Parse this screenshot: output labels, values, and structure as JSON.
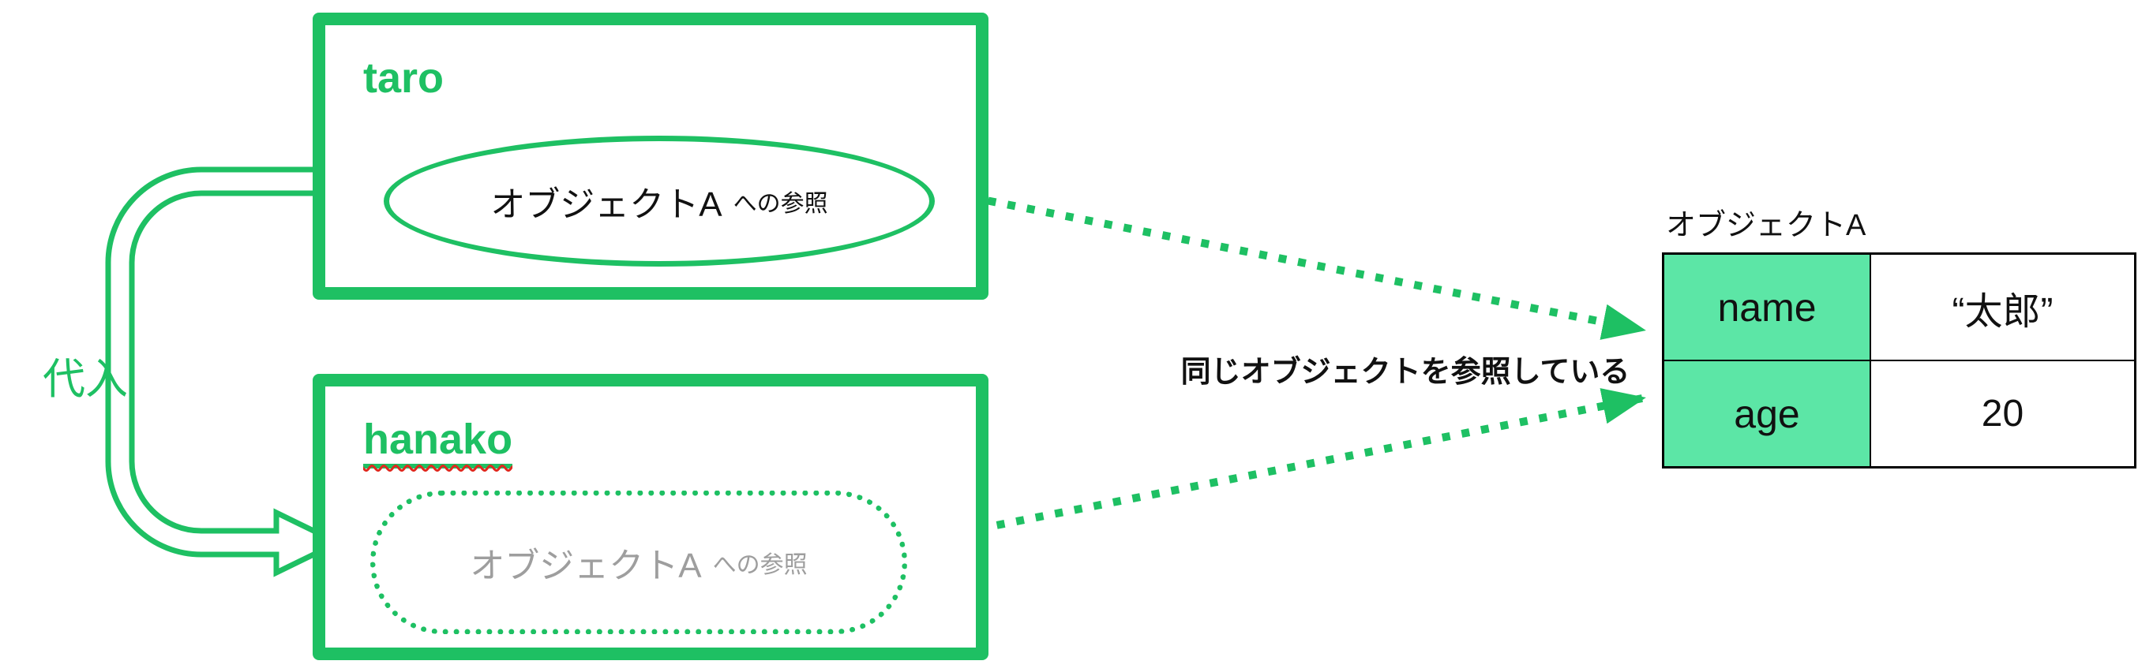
{
  "diagram": {
    "colors": {
      "accent_green": "#1ec063",
      "mint_fill": "#5ce6a6",
      "muted_text": "#9e9e9e",
      "spellcheck_red": "#e0281e"
    },
    "taro": {
      "label": "taro",
      "ref_text": "オブジェクトA",
      "ref_suffix": "への参照"
    },
    "hanako": {
      "label": "hanako",
      "ref_text": "オブジェクトA",
      "ref_suffix": "への参照"
    },
    "assignment_label": "代入",
    "note": "同じオブジェクトを参照している",
    "object_table": {
      "title": "オブジェクトA",
      "rows": [
        {
          "key": "name",
          "value": "“太郎”"
        },
        {
          "key": "age",
          "value": "20"
        }
      ]
    }
  }
}
